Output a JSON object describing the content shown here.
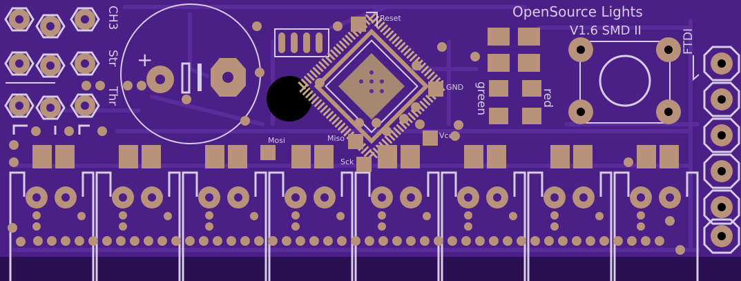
{
  "board": {
    "title": "OpenSource Lights",
    "version": "V1.6 SMD II",
    "colors": {
      "background": "#2a0f52",
      "board": "#4a1f86",
      "trace": "#5a2b9a",
      "pad": "#b8927a",
      "silkscreen": "#d8cde8",
      "hole": "#000000"
    }
  },
  "labels": {
    "ch3": "CH3",
    "str": "Str",
    "thr": "Thr",
    "reset": "Reset",
    "gnd": "GND",
    "mosi": "Mosi",
    "miso": "Miso",
    "sck": "Sck",
    "vcc": "Vcc",
    "green": "green",
    "red": "red",
    "ftdi": "FTDI",
    "plus": "+",
    "minus": "-"
  },
  "icons": {
    "mounting_hole": "filled-circle-icon",
    "tactile_switch": "push-button-icon",
    "microcontroller": "qfp-chip-icon",
    "capacitor": "electrolytic-capacitor-icon"
  }
}
